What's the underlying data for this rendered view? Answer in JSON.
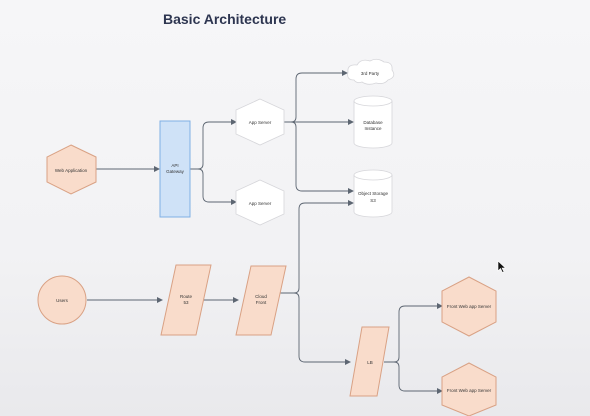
{
  "title": "Basic Architecture",
  "nodes": {
    "web_app": "Web Application",
    "api_gateway": [
      "API",
      "Gateway"
    ],
    "app_server_1": "App Server",
    "app_server_2": "App Server",
    "3rd_party": "3rd Party",
    "database": [
      "Database",
      "Instance"
    ],
    "object_storage": [
      "Object Storage",
      "S3"
    ],
    "users": "Users",
    "route53": [
      "Route",
      "53"
    ],
    "cloudfront": [
      "Cloud",
      "Front"
    ],
    "lb": "LB",
    "front_webapp_1": "Front Web app Server",
    "front_webapp_2": "Front Web app Server"
  },
  "colors": {
    "orange_fill": "#f9dccb",
    "orange_stroke": "#d9a184",
    "blue_fill": "#cfe2f7",
    "blue_stroke": "#7fb0e4",
    "edge": "#5d6672"
  }
}
